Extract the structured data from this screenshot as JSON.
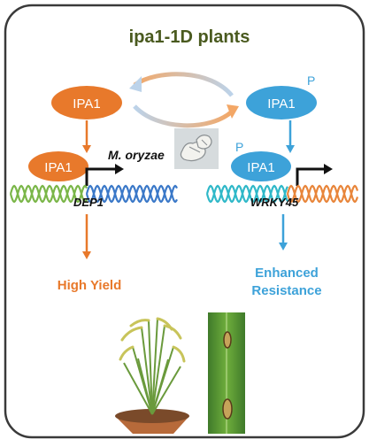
{
  "title": "ipa1-1D plants",
  "left": {
    "node_label": "IPA1",
    "bound_label": "IPA1",
    "gene_label": "DEP1",
    "outcome": "High Yield"
  },
  "right": {
    "node_label": "IPA1",
    "node_phospho": "P",
    "bound_label": "IPA1",
    "bound_phospho": "P",
    "gene_label": "WRKY45",
    "outcome_line1": "Enhanced",
    "outcome_line2": "Resistance"
  },
  "pathogen_label": "M. oryzae",
  "colors": {
    "frame": "#3a3a3a",
    "title": "#4a5a1f",
    "orange": "#e8792b",
    "blue": "#3da2d9",
    "dna_green": "#7ab648",
    "dna_blue": "#3a78c8",
    "dna_teal": "#2fb8c8",
    "dna_orange": "#e8853a"
  },
  "icons": {
    "cycle": "cycle-arrows-icon",
    "pathogen": "fungal-spore-icon",
    "plant": "rice-plant-icon",
    "leaf": "infected-leaf-icon"
  }
}
